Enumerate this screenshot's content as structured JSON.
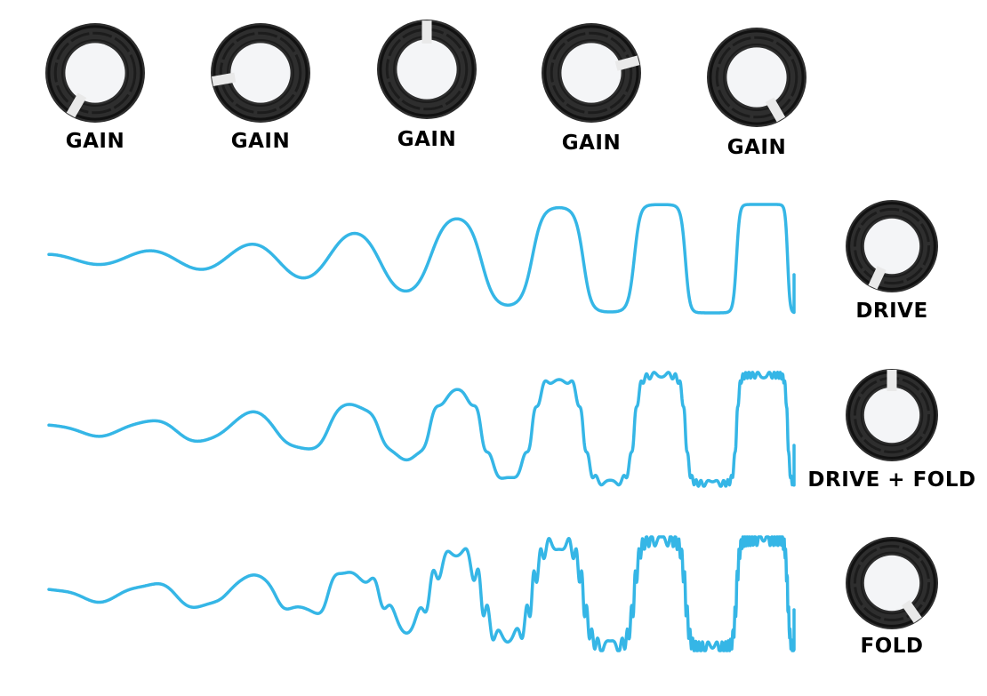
{
  "colors": {
    "wave": "#35b6e6",
    "knob_outer": "#2e2e2e",
    "knob_ring": "#1c1c1c",
    "knob_cap": "#f4f5f7",
    "pointer": "#e9e9e9"
  },
  "gain_knobs": [
    {
      "label": "GAIN",
      "pointer_angle_deg": -150
    },
    {
      "label": "GAIN",
      "pointer_angle_deg": -100
    },
    {
      "label": "GAIN",
      "pointer_angle_deg": 0
    },
    {
      "label": "GAIN",
      "pointer_angle_deg": 75
    },
    {
      "label": "GAIN",
      "pointer_angle_deg": 150
    }
  ],
  "rows": [
    {
      "knob_label": "DRIVE",
      "pointer_angle_deg": -155,
      "waveform": "drive",
      "fold_amount": 0
    },
    {
      "knob_label": "DRIVE + FOLD",
      "pointer_angle_deg": 0,
      "waveform": "drive-fold",
      "fold_amount": 0.5
    },
    {
      "knob_label": "FOLD",
      "pointer_angle_deg": 145,
      "waveform": "fold",
      "fold_amount": 1
    }
  ]
}
